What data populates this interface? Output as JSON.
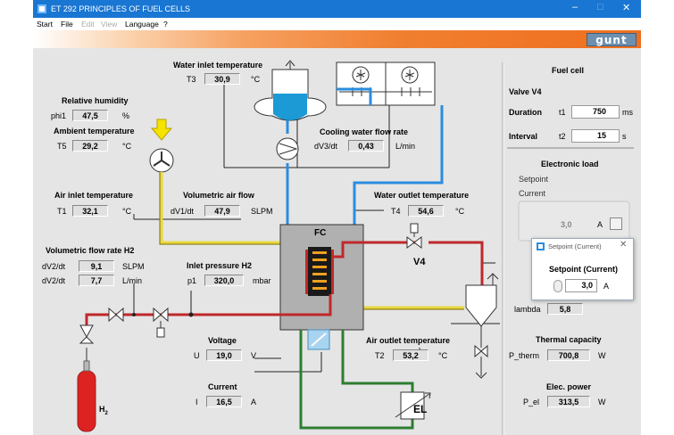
{
  "window": {
    "title": "ET 292 PRINCIPLES OF FUEL CELLS"
  },
  "menu": [
    "Start",
    "File",
    "Edit",
    "View",
    "Language",
    "?"
  ],
  "logo": "gunt",
  "sensors": {
    "water_inlet_temp": {
      "label": "Water inlet temperature",
      "tag": "T3",
      "value": "30,9",
      "unit": "°C"
    },
    "rel_humidity": {
      "label": "Relative humidity",
      "tag": "phi1",
      "value": "47,5",
      "unit": "%"
    },
    "ambient_temp": {
      "label": "Ambient temperature",
      "tag": "T5",
      "value": "29,2",
      "unit": "°C"
    },
    "cooling_flow": {
      "label": "Cooling water flow rate",
      "tag": "dV3/dt",
      "value": "0,43",
      "unit": "L/min"
    },
    "air_inlet_temp": {
      "label": "Air inlet temperature",
      "tag": "T1",
      "value": "32,1",
      "unit": "°C"
    },
    "vol_air_flow": {
      "label": "Volumetric air flow",
      "tag": "dV1/dt",
      "value": "47,9",
      "unit": "SLPM"
    },
    "water_outlet_temp": {
      "label": "Water outlet temperature",
      "tag": "T4",
      "value": "54,6",
      "unit": "°C"
    },
    "h2_flow": {
      "label": "Volumetric flow rate H2",
      "tag1": "dV2/dt",
      "value1": "9,1",
      "unit1": "SLPM",
      "tag2": "dV2/dt",
      "value2": "7,7",
      "unit2": "L/min"
    },
    "inlet_pressure_h2": {
      "label": "Inlet pressure H2",
      "tag": "p1",
      "value": "320,0",
      "unit": "mbar"
    },
    "voltage": {
      "label": "Voltage",
      "tag": "U",
      "value": "19,0",
      "unit": "V"
    },
    "current": {
      "label": "Current",
      "tag": "I",
      "value": "16,5",
      "unit": "A"
    },
    "air_outlet_temp": {
      "label": "Air outlet temperature",
      "tag": "T2",
      "value": "53,2",
      "unit": "°C"
    }
  },
  "diagram": {
    "fc": "FC",
    "v4": "V4",
    "el": "EL",
    "h2": "H",
    "h2_sub": "2"
  },
  "panel": {
    "fuel_cell": "Fuel cell",
    "valve": "Valve V4",
    "duration": {
      "label": "Duration",
      "tag": "t1",
      "value": "750",
      "unit": "ms"
    },
    "interval": {
      "label": "Interval",
      "tag": "t2",
      "value": "15",
      "unit": "s"
    },
    "electronic_load": "Electronic load",
    "setpoint": "Setpoint",
    "current": "Current",
    "load_value": "3,0",
    "load_unit": "A",
    "lambda": {
      "tag": "lambda",
      "value": "5,8"
    },
    "thermal_capacity": {
      "label": "Thermal capacity",
      "tag": "P_therm",
      "value": "700,8",
      "unit": "W"
    },
    "elec_power": {
      "label": "Elec. power",
      "tag": "P_el",
      "value": "313,5",
      "unit": "W"
    }
  },
  "popup": {
    "title": "Setpoint (Current)",
    "heading": "Setpoint (Current)",
    "value": "3,0",
    "unit": "A"
  },
  "colors": {
    "titlebar": "#1976d2",
    "air_line": "#e8d840",
    "h2_line": "#c0282a",
    "water_line": "#2a8de0",
    "elec_line": "#2e7d32"
  }
}
